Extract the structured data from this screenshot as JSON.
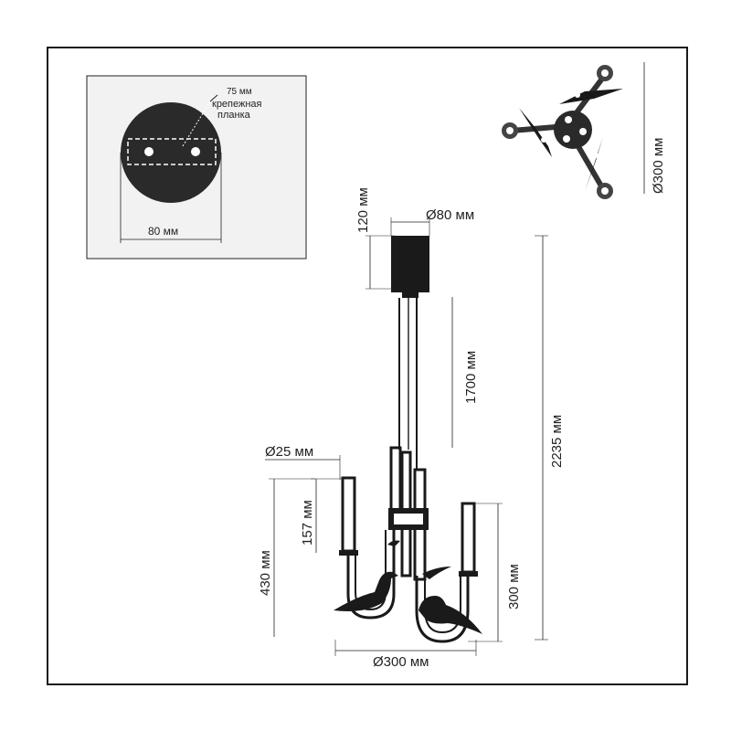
{
  "mount_detail": {
    "hole_spacing": "75 мм",
    "bracket_line1": "крепежная",
    "bracket_line2": "планка",
    "canopy_width": "80 мм"
  },
  "dimensions": {
    "canopy_height": "120 мм",
    "canopy_diameter": "Ø80 мм",
    "rod_length": "1700 мм",
    "total_height": "2235 мм",
    "tube_diameter": "Ø25 мм",
    "shade_length": "157 мм",
    "body_height": "430 мм",
    "arm_height": "300 мм",
    "body_diameter": "Ø300 мм",
    "top_view_diameter": "Ø300 мм"
  },
  "colors": {
    "line": "#222222",
    "dark": "#1a1a1a",
    "mount_bg": "#f2f2f2"
  }
}
